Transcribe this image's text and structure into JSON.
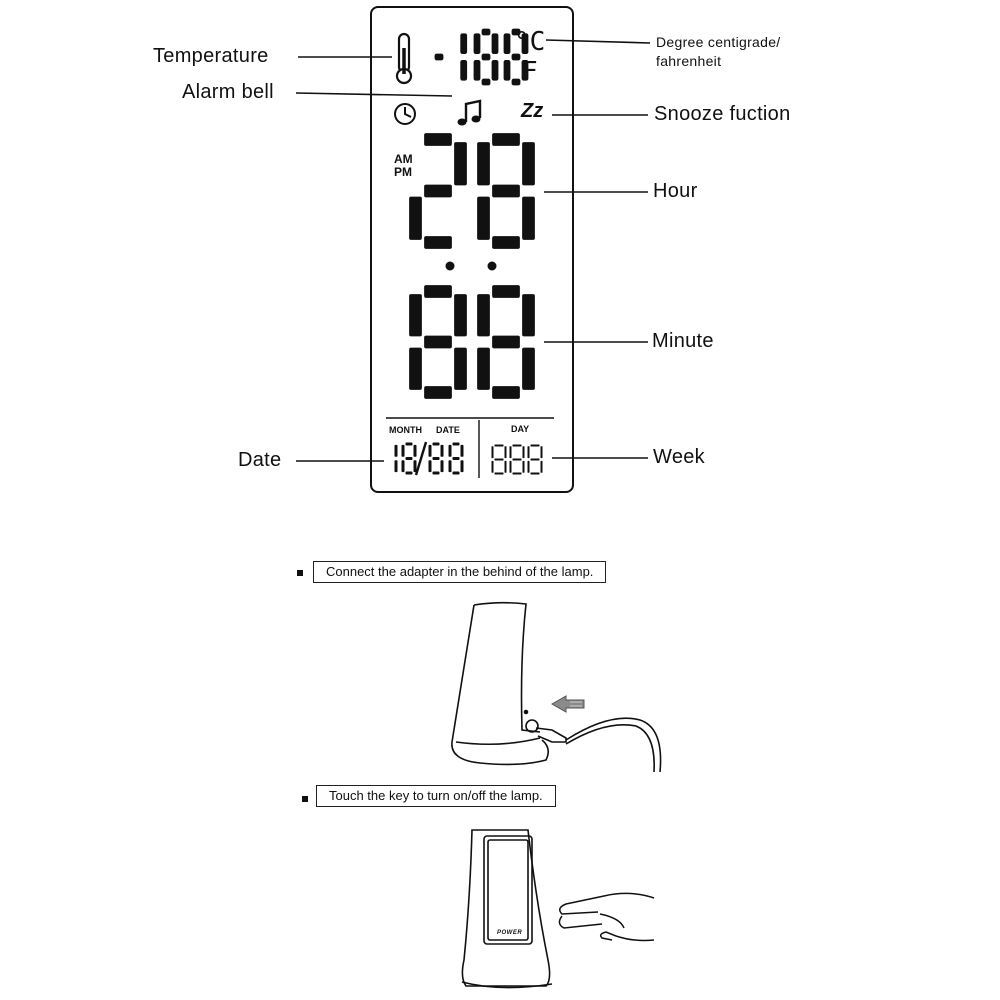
{
  "callouts": {
    "temperature": "Temperature",
    "alarm_bell": "Alarm bell",
    "degree_line1": "Degree centigrade/",
    "degree_line2": "fahrenheit",
    "snooze": "Snooze fuction",
    "hour": "Hour",
    "minute": "Minute",
    "date": "Date",
    "week": "Week"
  },
  "lcd": {
    "temp_reading": "-188",
    "unit_c": "°C",
    "unit_f": "F",
    "snooze_symbol": "Zz",
    "am": "AM",
    "pm": "PM",
    "hour_digits": "28",
    "minute_digits": "88",
    "month_label": "MONTH",
    "date_label": "DATE",
    "day_label": "DAY",
    "date_digits": "18/88",
    "week_digits": "888"
  },
  "steps": [
    {
      "text": "Connect the adapter in the behind of the lamp."
    },
    {
      "text": "Touch the key to turn on/off the lamp."
    }
  ],
  "lamp": {
    "power_key_label": "POWER"
  },
  "icons": [
    "thermometer-icon",
    "clock-icon",
    "music-note-icon",
    "arrow-left-icon",
    "hand-icon"
  ]
}
